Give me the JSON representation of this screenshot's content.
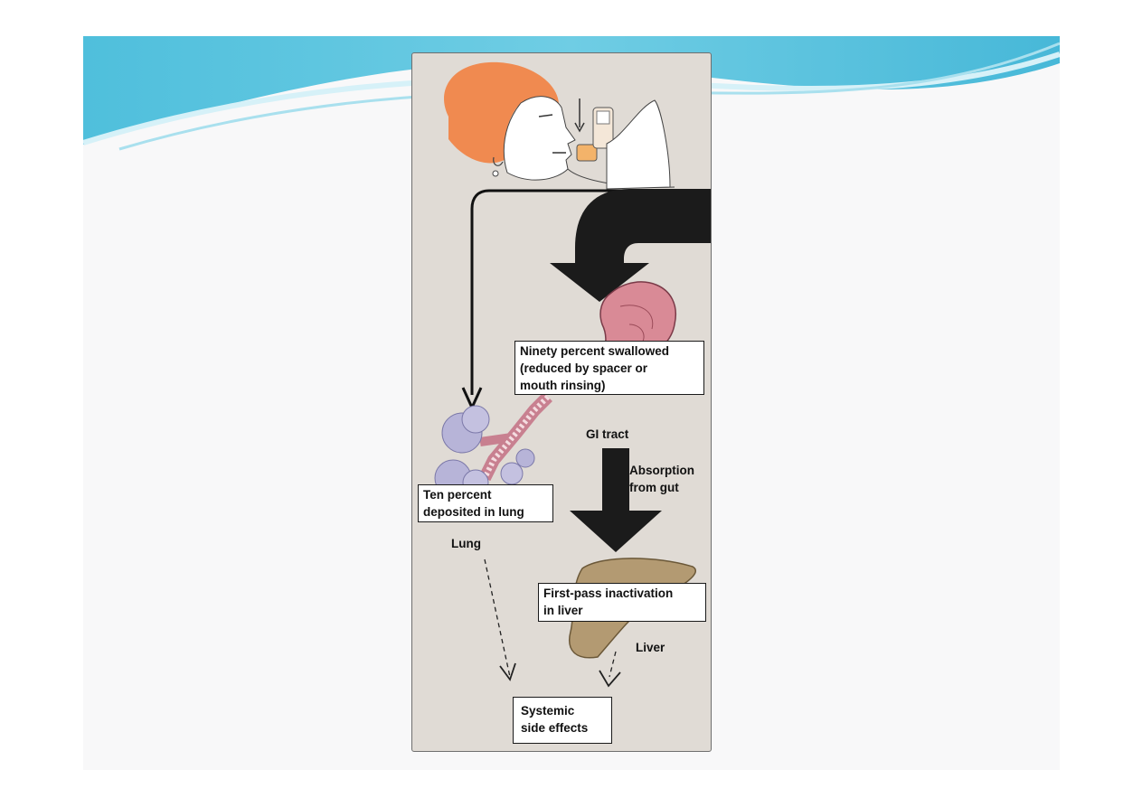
{
  "slide": {
    "accent_colors": [
      "#52c1dd",
      "#8fd6e8",
      "#bfe9f3"
    ]
  },
  "diagram": {
    "label_swallowed": {
      "line1": "Ninety percent swallowed",
      "line2": "(reduced by spacer or",
      "line3": "mouth rinsing)"
    },
    "label_gi": "GI tract",
    "label_absorption": {
      "line1": "Absorption",
      "line2": "from gut"
    },
    "label_lung_deposit": {
      "line1": "Ten percent",
      "line2": "deposited in lung"
    },
    "label_lung": "Lung",
    "label_first_pass": {
      "line1": "First-pass inactivation",
      "line2": "in liver"
    },
    "label_liver": "Liver",
    "label_systemic": {
      "line1": "Systemic",
      "line2": "side effects"
    }
  }
}
